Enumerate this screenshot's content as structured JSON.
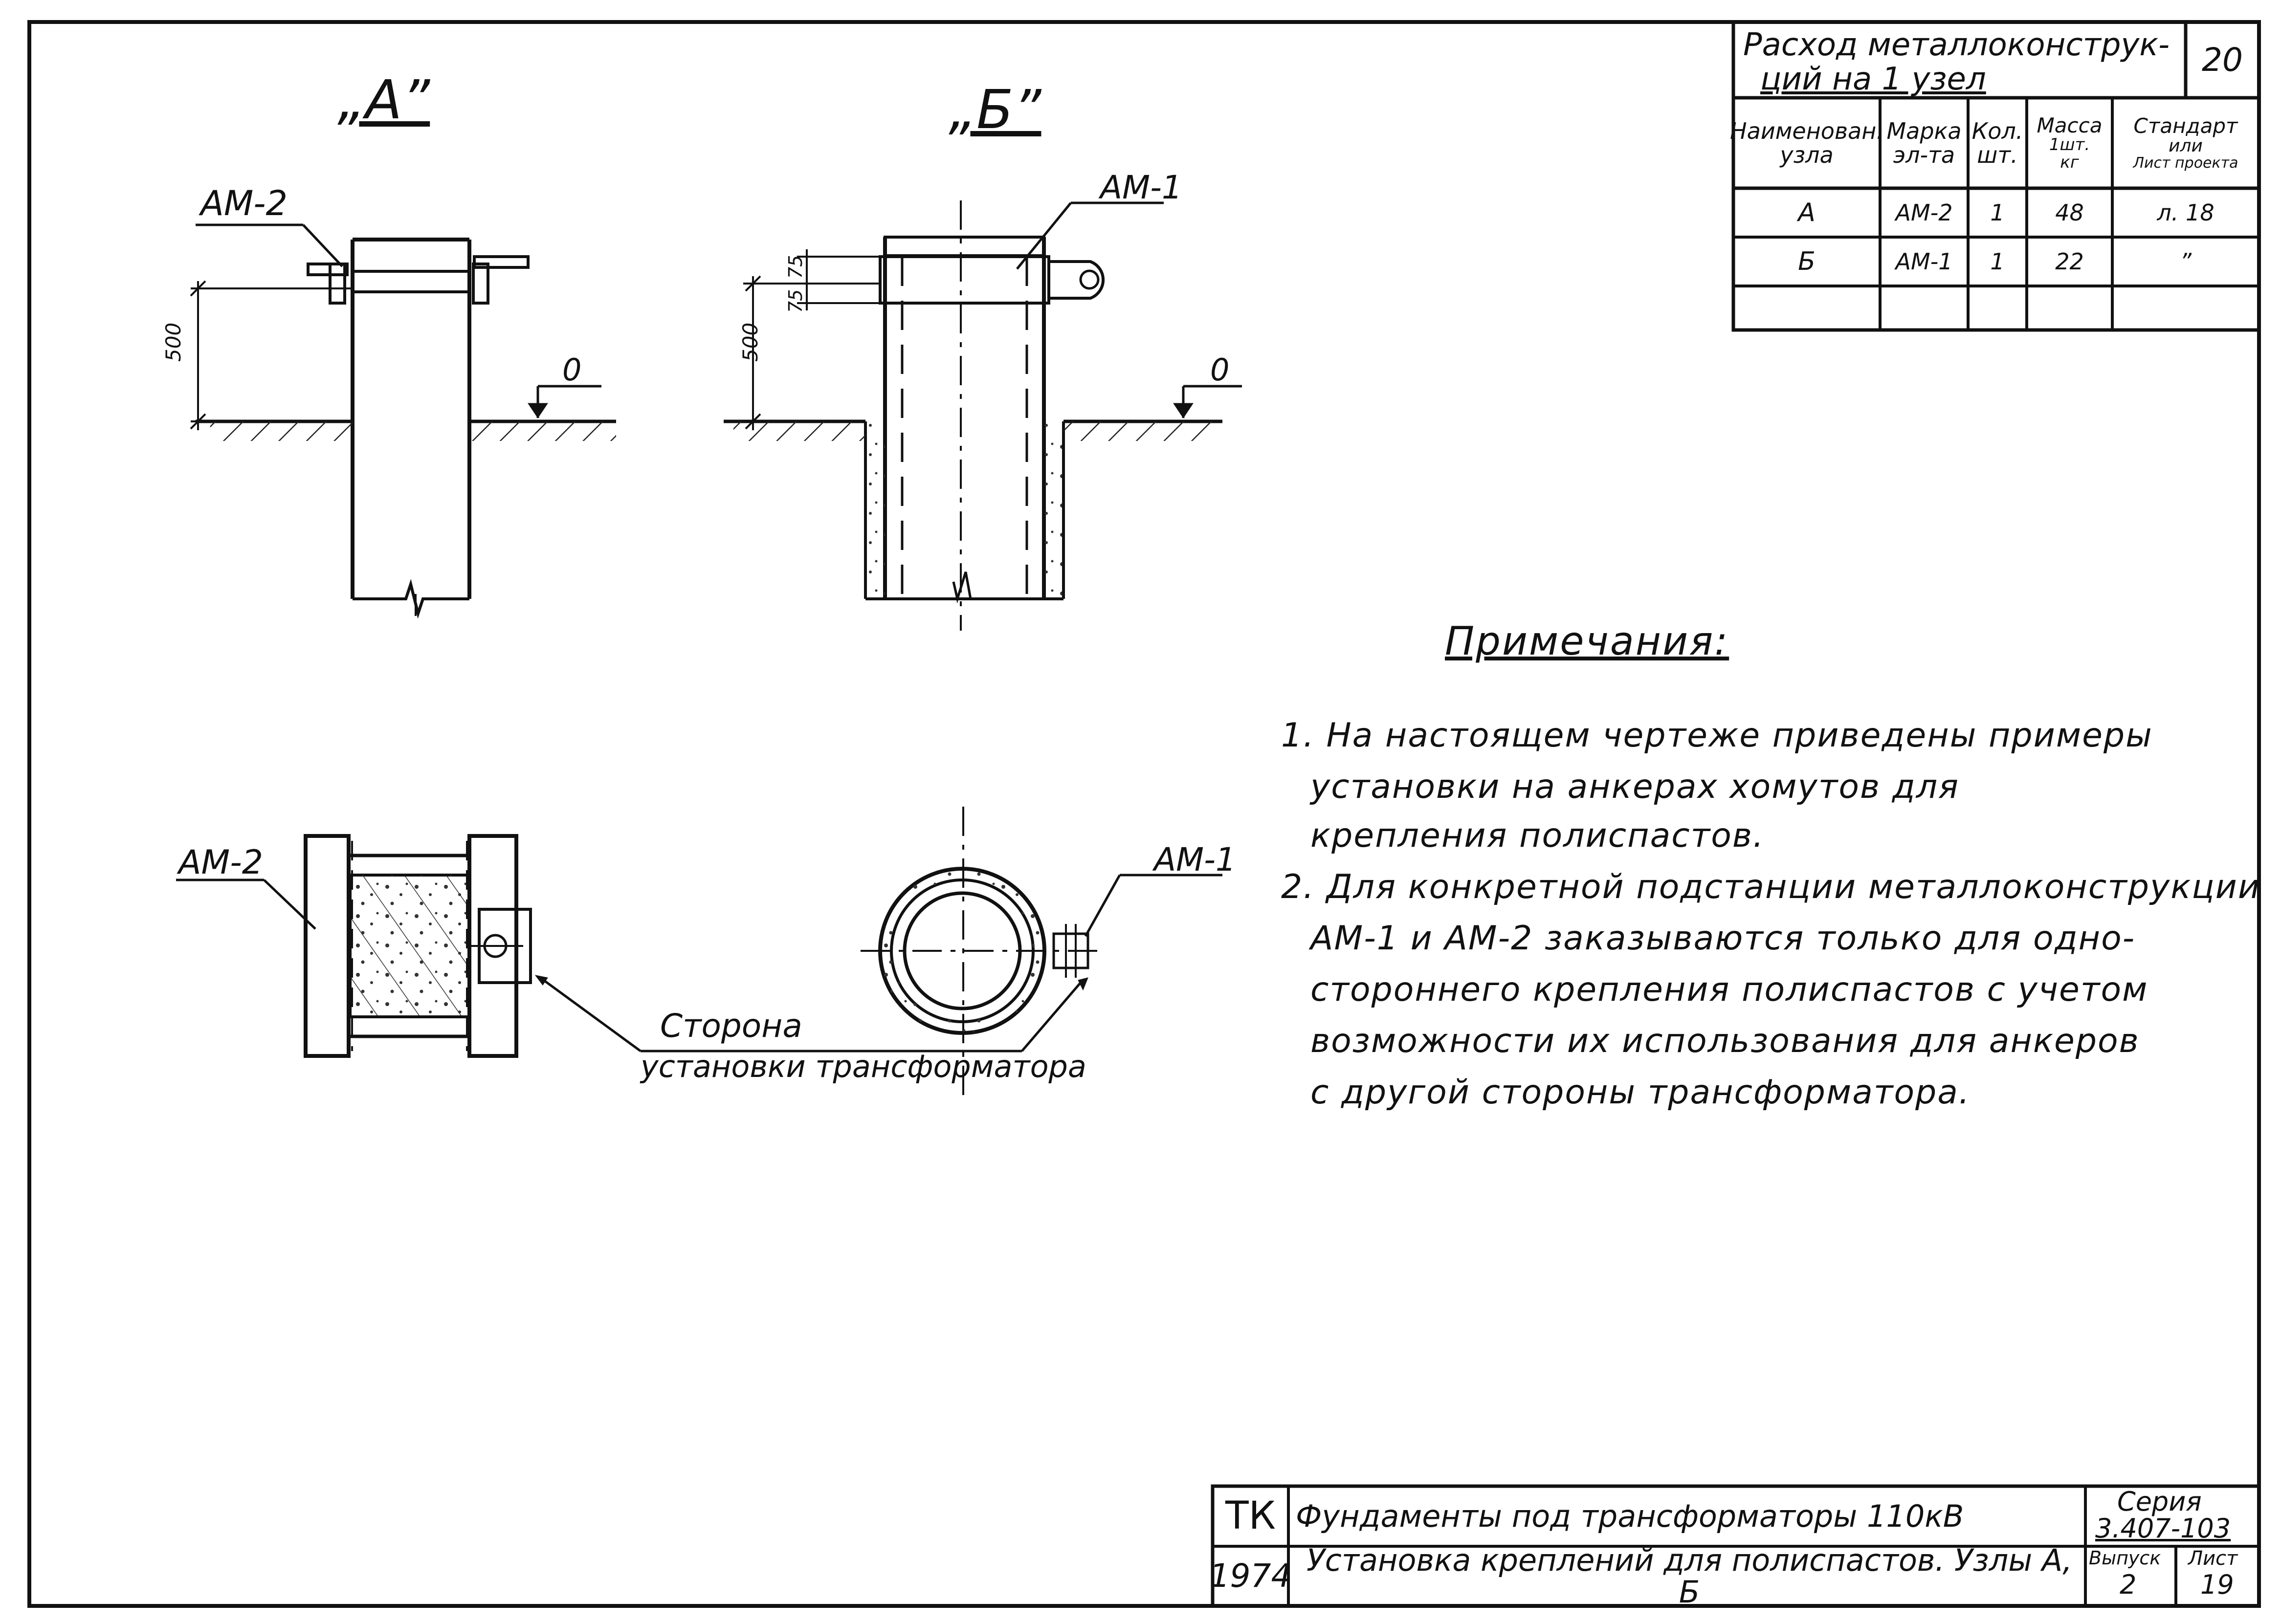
{
  "sheet_number_top": "20",
  "views": {
    "a": {
      "title": "„А”",
      "label_plan": "АМ-2",
      "label_plan_top": "АМ-2",
      "dim": "500",
      "ground": "0"
    },
    "b": {
      "title": "„Б”",
      "label_plan": "АМ-1",
      "label_plan_top": "АМ-1",
      "dim": "500",
      "dim_small_1": "75",
      "dim_small_2": "75",
      "ground": "0"
    }
  },
  "side_label": {
    "line1": "Сторона",
    "line2": "установки трансформатора"
  },
  "consumption_table": {
    "title_line1": "Расход металлоконструк-",
    "title_line2": "ций на 1 узел",
    "headers": [
      "Наименован. узла",
      "Марка эл-та",
      "Кол. шт.",
      "Масса 1шт. кг",
      "Стандарт или Лист проекта"
    ],
    "header_lines": [
      [
        "Наименован.",
        "узла"
      ],
      [
        "Марка",
        "эл-та"
      ],
      [
        "Кол.",
        "шт."
      ],
      [
        "Масса",
        "1шт.",
        "кг"
      ],
      [
        "Стандарт",
        "или",
        "Лист проекта"
      ]
    ],
    "rows": [
      [
        "А",
        "АМ-2",
        "1",
        "48",
        "л. 18"
      ],
      [
        "Б",
        "АМ-1",
        "1",
        "22",
        "”"
      ]
    ]
  },
  "notes": {
    "title": "Примечания:",
    "lines": [
      "1. На настоящем чертеже приведены примеры",
      "установки на анкерах хомутов для",
      "крепления полиспастов.",
      "2. Для конкретной подстанции металлоконструкции",
      "АМ-1 и АМ-2 заказываются только для одно-",
      "стороннего крепления полиспастов с учетом",
      "возможности их использования для анкеров",
      "с другой стороны трансформатора."
    ]
  },
  "title_block": {
    "code": "ТК",
    "year": "1974",
    "project": "Фундаменты под трансформаторы 110кВ",
    "sheet_title": "Установка креплений для полиспастов. Узлы А, Б",
    "series_label": "Серия",
    "series_value": "3.407-103",
    "issue_label": "Выпуск",
    "issue_value": "2",
    "sheet_label": "Лист",
    "sheet_value": "19"
  }
}
